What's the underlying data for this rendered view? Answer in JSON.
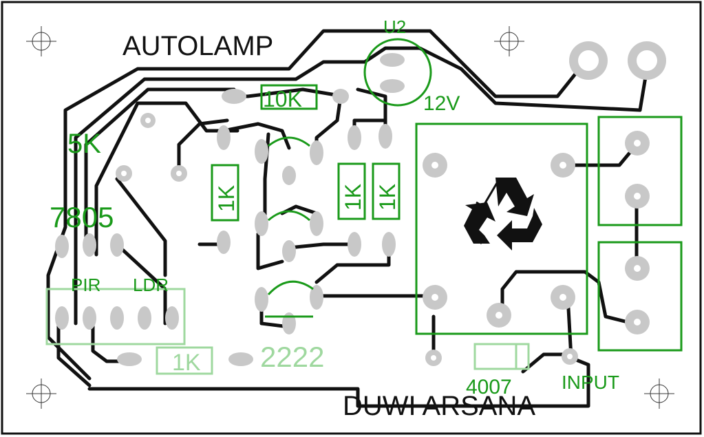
{
  "board": {
    "title_top": "AUTOLAMP",
    "title_bottom": "DUWI ARSANA",
    "colors": {
      "trace": "#111111",
      "pad": "#c8c8c8",
      "silkscreen": "#1a9a1a",
      "silkscreen_faint": "#9fd89f",
      "border": "#111111"
    }
  },
  "labels": {
    "u2": "U2",
    "v12": "12V",
    "r10k": "10K",
    "r5k": "5K",
    "reg7805": "7805",
    "r1k_a": "1K",
    "r1k_b": "1K",
    "r1k_c": "1K",
    "r1k_bottom": "1K",
    "pir": "PIR",
    "ldr": "LDR",
    "transistor": "2222",
    "diode": "4007",
    "input": "INPUT"
  },
  "icons": {
    "recycle": "recycle-icon",
    "mounting_hole": "crosshair-mounting-hole-icon"
  }
}
